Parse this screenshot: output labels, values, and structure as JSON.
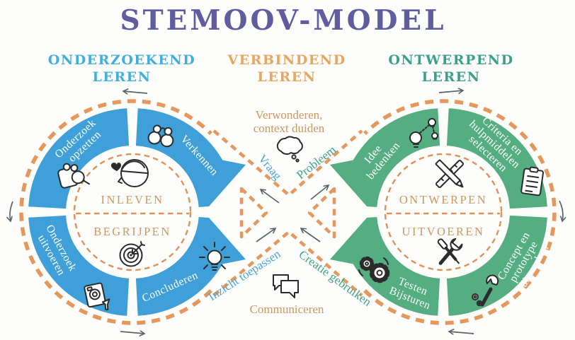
{
  "title": "STEMOOV-MODEL",
  "headers": {
    "left1": "ONDERZOEKEND",
    "left2": "LEREN",
    "mid1": "VERBINDEND",
    "mid2": "LEREN",
    "right1": "ONTWERPEND",
    "right2": "LEREN"
  },
  "left_cycle": {
    "seg_opzetten1": "Onderzoek",
    "seg_opzetten2": "opzetten",
    "seg_verkennen": "Verkennen",
    "seg_uitvoeren1": "Onderzoek",
    "seg_uitvoeren2": "uitvoeren",
    "seg_concluderen": "Concluderen",
    "core_top": "INLEVEN",
    "core_bottom": "BEGRIJPEN"
  },
  "right_cycle": {
    "seg_idee1": "Idee",
    "seg_idee2": "bedenken",
    "seg_criteria1": "Criteria en",
    "seg_criteria2": "hulpmiddelen",
    "seg_criteria3": "selecteren",
    "seg_testen1": "Testen",
    "seg_testen2": "Bijsturen",
    "seg_concept1": "Concept en",
    "seg_concept2": "prototype",
    "seg_concept3": "uitwerken",
    "core_top": "ONTWERPEN",
    "core_bottom": "UITVOEREN"
  },
  "flow": {
    "top1": "Verwonderen,",
    "top2": "context duiden",
    "vraag": "Vraag",
    "probleem": "Probleem",
    "inzicht": "Inzicht toepassen",
    "creatie": "Creatie gebruiken",
    "communiceren": "Communiceren"
  },
  "colors": {
    "title_purple": "#5f5da0",
    "header_blue": "#3fafe0",
    "header_orange": "#eaa55e",
    "header_teal": "#3ba18c",
    "ring_blue": "#3f9fd8",
    "ring_green": "#55ae81",
    "dash_orange": "#e5975c",
    "label_orange": "#cc9861",
    "flow_blue": "#4ba5d6",
    "flow_green": "#41a189",
    "ring_text": "#ffffff",
    "icon_ink": "#2b2b2b",
    "arrow_gray": "#5a6468"
  },
  "icons": {
    "head-heart-icon": "empathize head with heart",
    "target-arrow-icon": "dartboard with arrow",
    "binoculars-icon": "binoculars",
    "clipboard-magnifier-icon": "plan with magnifier",
    "camera-document-icon": "record research",
    "lightbulb-icon": "idea bulb with rays",
    "thought-bubble-icon": "thought cloud",
    "speech-bubbles-icon": "chat bubbles",
    "idea-network-icon": "linked idea bulbs",
    "checklist-icon": "criteria checklist",
    "gears-icon": "gears with cycle arrows",
    "wrench-nuts-icon": "wrench with nuts",
    "ruler-pencil-icon": "crossed ruler and pencil",
    "tools-cross-icon": "crossed wrench and screwdriver"
  }
}
